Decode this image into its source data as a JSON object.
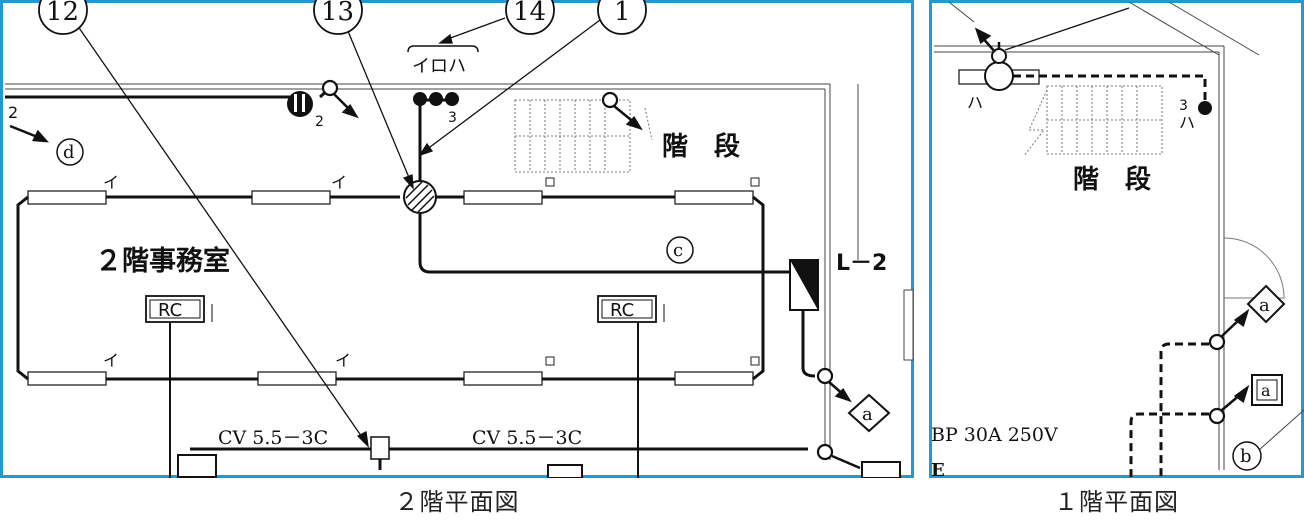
{
  "accent": "#1e9ad6",
  "panels": [
    {
      "caption": "２階平面図",
      "callouts": [
        "12",
        "13",
        "14",
        "1"
      ],
      "room_label": "２階事務室",
      "stair_label": "階　段",
      "switch_letters": "イロハ",
      "circle_c": "c",
      "circle_d": "d",
      "panel_label": "L－2",
      "diamond_a": "a",
      "rc_label": "RC",
      "cable_label": "CV 5.5－3C",
      "num_2": "2",
      "num_3": "3",
      "lamp_i": "イ"
    },
    {
      "caption": "１階平面図",
      "stair_label": "階　段",
      "label_ha": "ハ",
      "label_3": "3",
      "diamond_a": "a",
      "square_a": "a",
      "circle_b": "b",
      "breaker_text": "BP 30A 250V",
      "edge_letter": "E"
    }
  ]
}
